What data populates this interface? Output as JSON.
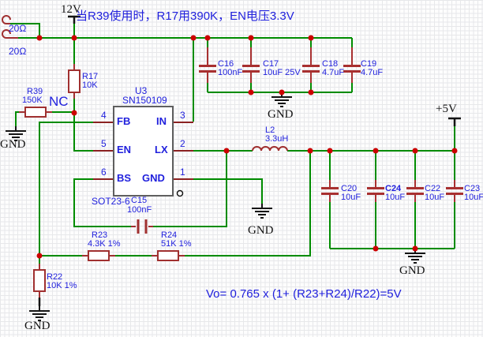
{
  "annotations": {
    "note": "当R39使用时，R17用390K，EN电压3.3V",
    "formula": "Vo= 0.765 x (1+ (R23+R24)/R22)=5V"
  },
  "power": {
    "v12": "12V",
    "v5": "+5V",
    "gnd": "GND"
  },
  "ic": {
    "ref": "U3",
    "part": "SN150109",
    "package": "SOT23-6",
    "pins_left": [
      {
        "num": "4",
        "name": "FB"
      },
      {
        "num": "5",
        "name": "EN"
      },
      {
        "num": "6",
        "name": "BS"
      }
    ],
    "pins_right": [
      {
        "num": "3",
        "name": "IN"
      },
      {
        "num": "2",
        "name": "LX"
      },
      {
        "num": "1",
        "name": "GND"
      }
    ]
  },
  "parts": {
    "r_in_a": {
      "value": "20Ω"
    },
    "r_in_b": {
      "value": "20Ω"
    },
    "r17": {
      "ref": "R17",
      "value": "10K"
    },
    "r39": {
      "ref": "R39",
      "value": "150K",
      "flag": "NC"
    },
    "r22": {
      "ref": "R22",
      "value": "10K 1%"
    },
    "r23": {
      "ref": "R23",
      "value": "4.3K 1%"
    },
    "r24": {
      "ref": "R24",
      "value": "51K 1%"
    },
    "c15": {
      "ref": "C15",
      "value": "100nF"
    },
    "c16": {
      "ref": "C16",
      "value": "100nF"
    },
    "c17": {
      "ref": "C17",
      "value": "10uF 25V"
    },
    "c18": {
      "ref": "C18",
      "value": "4.7uF"
    },
    "c19": {
      "ref": "C19",
      "value": "4.7uF"
    },
    "c20": {
      "ref": "C20",
      "value": "10uF"
    },
    "c24": {
      "ref": "C24",
      "value": "10uF"
    },
    "c22": {
      "ref": "C22",
      "value": "10uF"
    },
    "c23": {
      "ref": "C23",
      "value": "10uF"
    },
    "l2": {
      "ref": "L2",
      "value": "3.3uH"
    }
  },
  "colors": {
    "wire": "#008C00",
    "part_outline": "#A03030",
    "junction_dot": "#CC0000",
    "label_blue": "#2121DD",
    "ic_border": "#5F5F5F",
    "text_black": "#141414"
  }
}
